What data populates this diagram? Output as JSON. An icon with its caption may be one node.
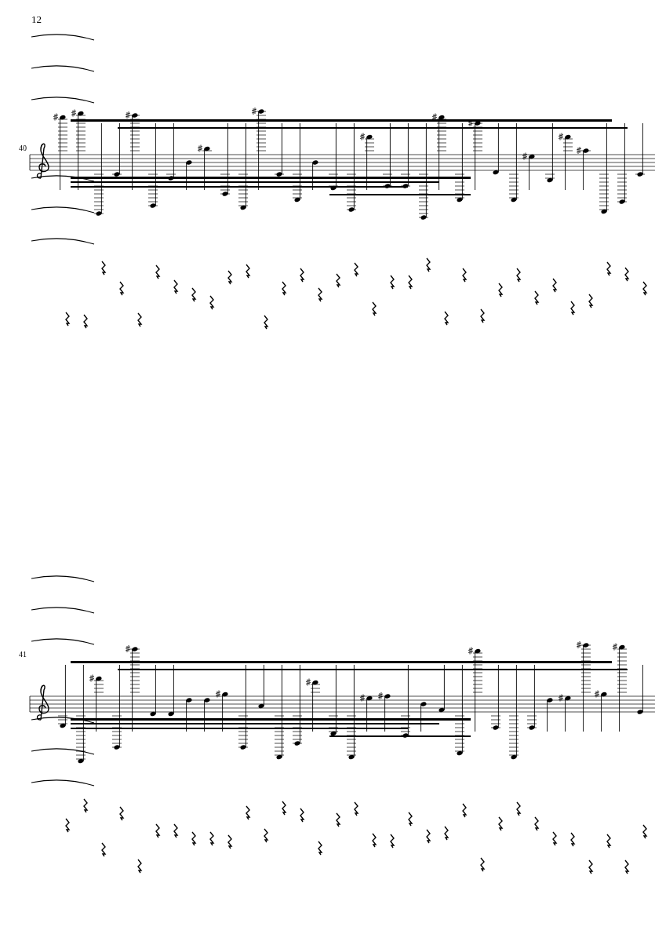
{
  "diagram": {
    "labels": [
      "12",
      "40",
      "41"
    ]
  }
}
